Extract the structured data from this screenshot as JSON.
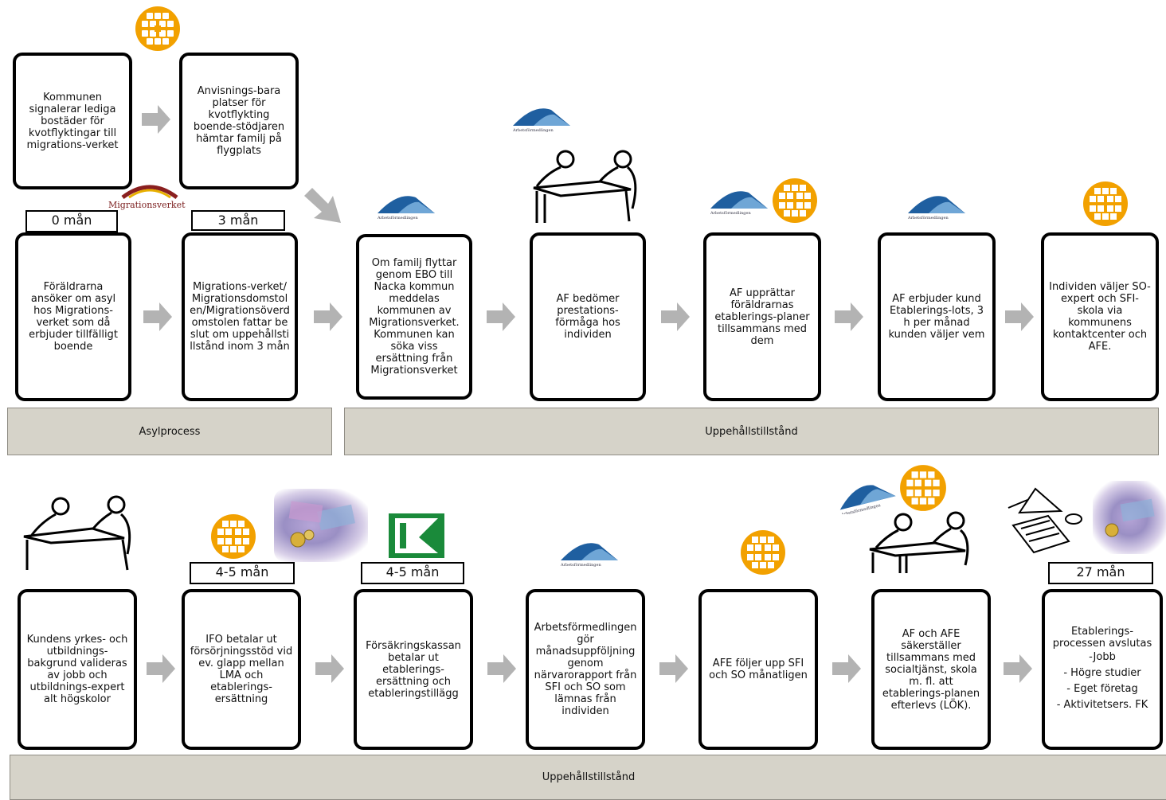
{
  "boxes": {
    "b1": "Kommunen signalerar lediga bostäder för kvotflyktingar till migrations-verket",
    "b2": "Anvisnings-bara platser för kvotflykting boende-stödjaren hämtar familj  på flygplats",
    "b3": "Föräldrarna ansöker om asyl hos Migrations-verket som då erbjuder tillfälligt boende",
    "b4": "Migrations-verket/Migrationsdomstolen/Migrationsöverdomstolen fattar beslut om uppehållstillstånd inom 3 mån",
    "b5": "Om familj flyttar genom EBO till Nacka kommun meddelas kommunen av Migrationsverket. Kommunen kan söka viss ersättning från Migrationsverket",
    "b6": "AF bedömer prestations-förmåga hos individen",
    "b7": "AF upprättar föräldrarnas etablerings-planer tillsammans med dem",
    "b8": "AF erbjuder kund Etablerings-lots, 3 h per månad kunden väljer vem",
    "b9": "Individen väljer SO-expert och SFI-skola via kommunens kontaktcenter och AFE.",
    "c1": "Kundens yrkes- och utbildnings-bakgrund valideras av jobb och utbildnings-expert alt högskolor",
    "c2": "IFO betalar ut försörjningsstöd vid ev. glapp mellan LMA och etablerings-ersättning",
    "c3": "Försäkringskassan betalar ut etablerings-ersättning och etableringstillägg",
    "c4": "Arbetsförmedlingen gör månadsuppföljning genom närvarorapport från SFI och SO som  lämnas från individen",
    "c5": "AFE följer upp SFI och SO månatligen",
    "c6": "AF och AFE säkerställer tillsammans med socialtjänst, skola m. fl.  att etablerings-planen efterlevs (LÖK).",
    "c7_lines": [
      "Etablerings-processen avslutas",
      "-Jobb",
      "- Högre studier",
      "- Eget företag",
      "- Aktivitetsers.  FK"
    ]
  },
  "tags": {
    "t0": "0 mån",
    "t3": "3 mån",
    "t45a": "4-5 mån",
    "t45b": "4-5 mån",
    "t27": "27 mån"
  },
  "bands": {
    "asyl": "Asylprocess",
    "upp1": "Uppehållstillstånd",
    "upp2": "Uppehållstillstånd"
  },
  "brand": {
    "migrationsverket": "Migrationsverket",
    "arbetsformedlingen": "Arbetsförmedlingen"
  },
  "colors": {
    "box_border": "#000000",
    "band_fill": "#d6d3c9",
    "arrow": "#b3b3b3",
    "afe_orange": "#f2a100",
    "af_blue": "#1f5fa0",
    "fk_green": "#1a8a3a"
  }
}
